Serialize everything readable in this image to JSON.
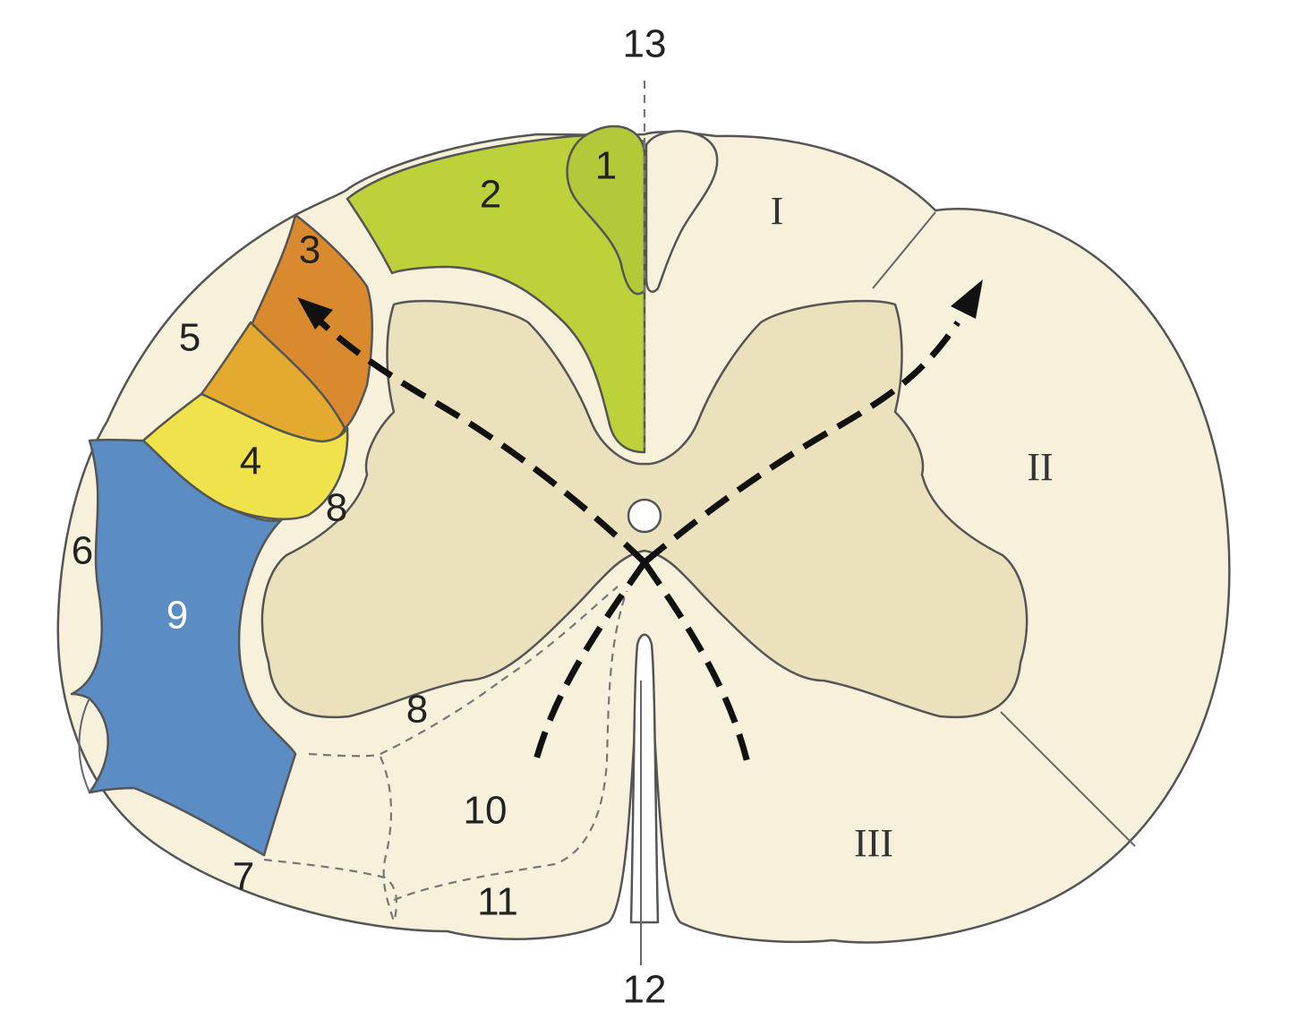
{
  "colors": {
    "white_matter": "#f7f1dc",
    "grey_matter": "#ece1bd",
    "tract_1": "#b3c93a",
    "tract_2": "#bcd13a",
    "tract_3": "#d98a2e",
    "tract_5": "#e3aa2f",
    "tract_4": "#efe24a",
    "tract_9": "#5b8cc4",
    "outline": "#555555",
    "arrow": "#111111"
  },
  "labels": {
    "n1": "1",
    "n2": "2",
    "n3": "3",
    "n4": "4",
    "n5": "5",
    "n6": "6",
    "n7": "7",
    "n8_upper": "8",
    "n8_lower": "8",
    "n9": "9",
    "n10": "10",
    "n11": "11",
    "n12": "12",
    "n13": "13",
    "funiculus_posterior": "I",
    "funiculus_lateral": "II",
    "funiculus_anterior": "III"
  }
}
